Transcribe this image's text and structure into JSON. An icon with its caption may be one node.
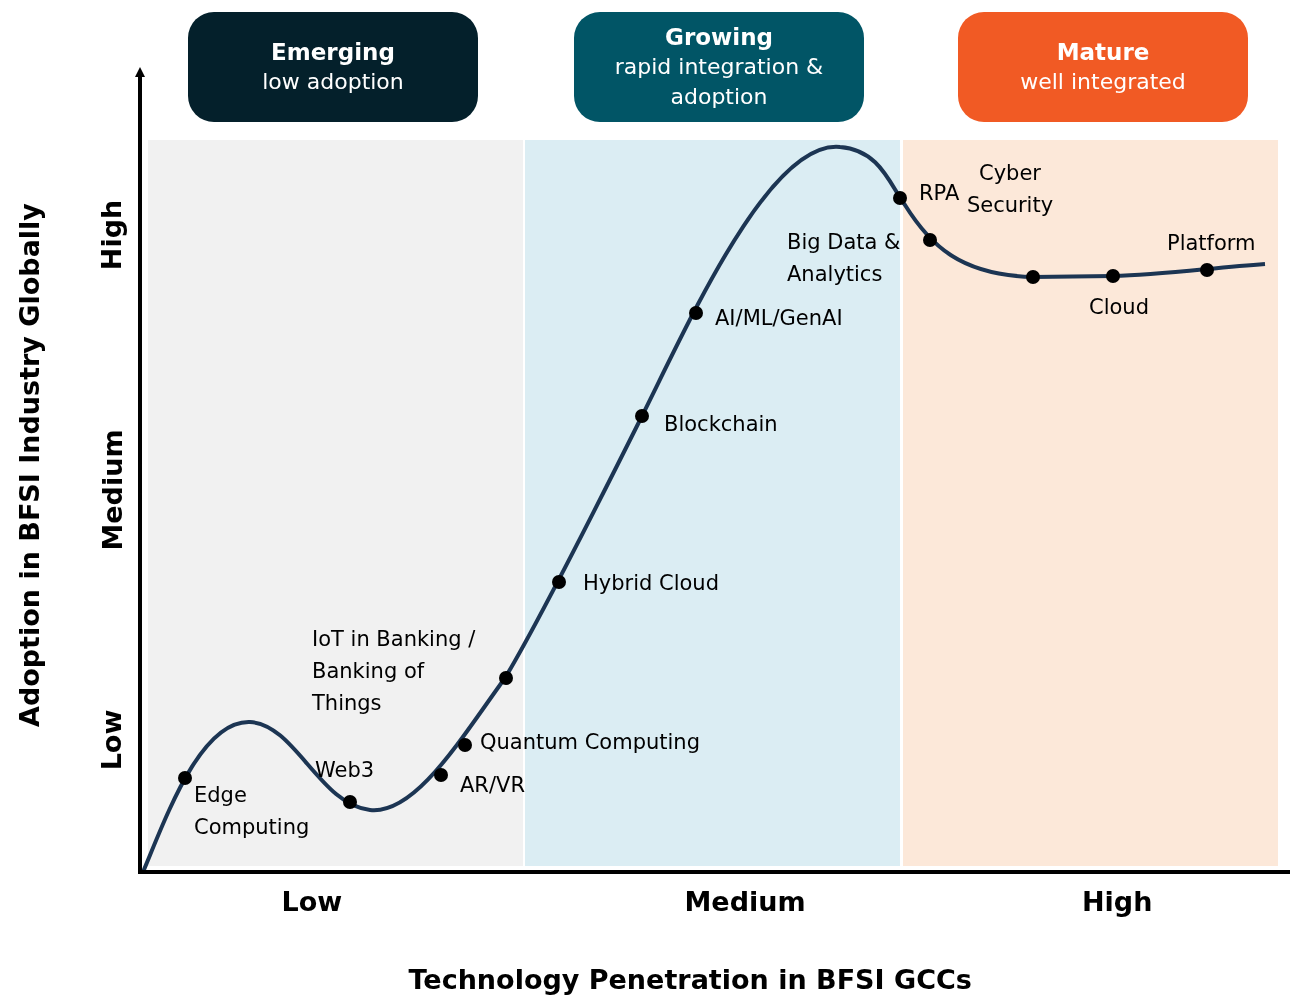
{
  "diagram": {
    "nodes": [
      {
        "text": [
          "Emerging",
          "low adoption"
        ]
      },
      {
        "text": [
          "Growing",
          "rapid integration & adoption"
        ]
      },
      {
        "text": [
          "Mature",
          "well integrated"
        ]
      }
    ],
    "labels": [
      "Adoption in BFSI Industry Globally",
      "High",
      "Medium",
      "Low",
      "RPA",
      "Cyber Security",
      "Platform",
      "Big Data & Analytics",
      "Cloud",
      "AI/ML/GenAI",
      "Blockchain",
      "Hybrid Cloud",
      "IoT in Banking / Banking of Things",
      "Quantum Computing",
      "Web3",
      "AR/VR",
      "Edge Computing",
      "Low",
      "Medium",
      "High",
      "Technology Penetration in BFSI GCCs"
    ]
  }
}
